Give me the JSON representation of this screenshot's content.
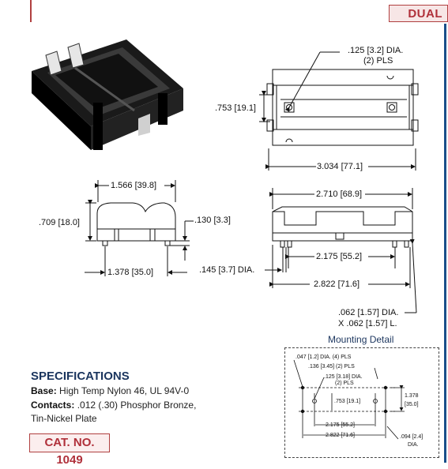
{
  "header": {
    "badge": "DUAL"
  },
  "top_view": {
    "hole_dia": ".125 [3.2] DIA.",
    "hole_pls": "(2) PLS",
    "height": ".753 [19.1]",
    "width": "3.034 [77.1]"
  },
  "side_view": {
    "top_width": "1.566 [39.8]",
    "height": ".709 [18.0]",
    "pin_height": ".130 [3.3]",
    "pin_span": "1.378 [35.0]"
  },
  "front_view": {
    "top_width": "2.710 [68.9]",
    "pin_span": "2.175 [55.2]",
    "pin_dia": ".145 [3.7] DIA.",
    "overall": "2.822 [71.6]",
    "lead_dia": ".062 [1.57] DIA.",
    "lead_len": "X .062 [1.57] L."
  },
  "mounting": {
    "label": "Mounting Detail",
    "d1": ".047 [1.2] DIA. (4) PLS",
    "d2": ".136 [3.45] (2) PLS",
    "d3": ".125 [3.18] DIA.",
    "d3b": "(2) PLS",
    "d4": ".753 [19.1]",
    "d5": "1.378",
    "d5b": "[35.0]",
    "d6": "2.175 [55.2]",
    "d7": "2.822 [71.6]",
    "d8": ".094 [2.4]",
    "d8b": "DIA."
  },
  "specs": {
    "title": "SPECIFICATIONS",
    "base_label": "Base:",
    "base_value": "High Temp Nylon 46, UL 94V-0",
    "contacts_label": "Contacts:",
    "contacts_value": ".012 (.30) Phosphor Bronze,",
    "contacts_value2": "Tin-Nickel Plate",
    "catalog": "CAT. NO. 1049"
  }
}
